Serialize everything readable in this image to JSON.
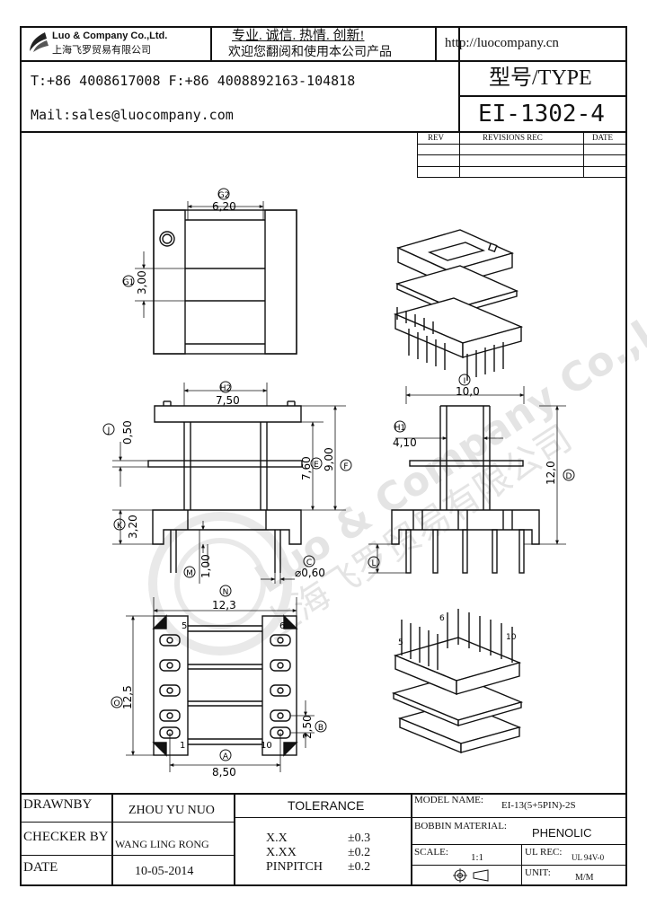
{
  "company": {
    "name_en": "Luo & Company Co.,Ltd.",
    "name_cn": "上海飞罗贸易有限公司",
    "slogan_line1": "专业. 诚信. 热情. 创新!",
    "slogan_line2": "欢迎您翻阅和使用本公司产品",
    "website": "http://luocompany.cn",
    "phone_fax": "T:+86 4008617008 F:+86 4008892163-104818",
    "mail": "Mail:sales@luocompany.com",
    "watermark_en": "Luo & Company Co.,Ltd.",
    "watermark_cn": "上海飞罗贸易有限公司"
  },
  "type_block": {
    "label": "型号/TYPE",
    "value": "EI-1302-4"
  },
  "revisions": {
    "headers": [
      "REV",
      "REVISIONS REC",
      "DATE"
    ]
  },
  "dimensions": {
    "top_view": {
      "G2_letter": "G2",
      "G2": "6,20",
      "G1_letter": "G1",
      "G1": "3,00"
    },
    "front_view": {
      "H2_letter": "H2",
      "H2": "7,50",
      "J_letter": "J",
      "J": "0,50",
      "E_letter": "E",
      "E": "7,60",
      "F_letter": "F",
      "F": "9,00",
      "K_letter": "K",
      "K": "3,20",
      "M_letter": "M",
      "M": "1,00",
      "C_letter": "C",
      "C": "⌀0,60"
    },
    "side_view": {
      "I_letter": "I",
      "I": "10,0",
      "H1_letter": "H1",
      "H1": "4,10",
      "D_letter": "D",
      "D": "12,0",
      "L_letter": "L"
    },
    "bottom_view": {
      "N_letter": "N",
      "N": "12,3",
      "O_letter": "O",
      "O": "12,5",
      "B_letter": "B",
      "B": "2,50",
      "A_letter": "A",
      "A": "8,50",
      "pin5": "5",
      "pin6": "6",
      "pin1": "1",
      "pin10": "10"
    },
    "iso_bottom": {
      "pin5": "5",
      "pin6": "6",
      "pin10": "10"
    }
  },
  "title_block": {
    "drawnby_label": "DRAWNBY",
    "drawnby_value": "ZHOU YU NUO",
    "checker_label": "CHECKER BY",
    "checker_value": "WANG LING RONG",
    "date_label": "DATE",
    "date_value": "10-05-2014",
    "tolerance_label": "TOLERANCE",
    "tol_rows": [
      {
        "label": "X.X",
        "value": "±0.3"
      },
      {
        "label": "X.XX",
        "value": "±0.2"
      },
      {
        "label": "PINPITCH",
        "value": "±0.2"
      }
    ],
    "model_label": "MODEL NAME:",
    "model_value": "EI-13(5+5PIN)-2S",
    "bobbin_label": "BOBBIN MATERIAL:",
    "bobbin_value": "PHENOLIC",
    "scale_label": "SCALE:",
    "scale_value": "1:1",
    "ulrec_label": "UL REC:",
    "ulrec_value": "UL 94V-0",
    "unit_label": "UNIT:",
    "unit_value": "M/M"
  }
}
